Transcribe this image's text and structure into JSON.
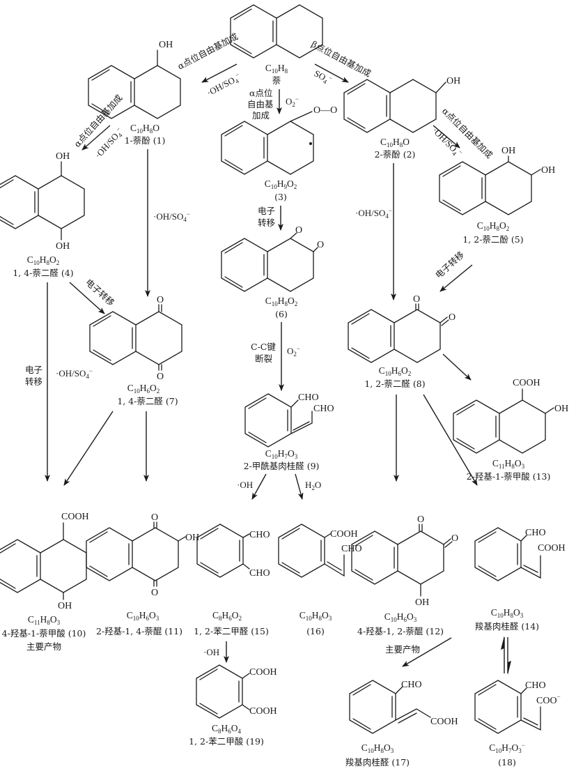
{
  "title": "萘降解路径",
  "compounds": [
    {
      "id": "naphthalene",
      "formula": "C10H8",
      "name": "萘",
      "label": ""
    },
    {
      "id": "c1",
      "formula": "C10H8O",
      "name": "1-萘酚 (1)",
      "label": "OH"
    },
    {
      "id": "c2",
      "formula": "C10H8O",
      "name": "2-萘酚 (2)",
      "label": "OH"
    },
    {
      "id": "c3",
      "formula": "C10H9O2",
      "name": "(3)",
      "label": "O—O"
    },
    {
      "id": "c4",
      "formula": "C10H8O2",
      "name": "1, 4-萘二醛 (4)",
      "label": "OH"
    },
    {
      "id": "c5",
      "formula": "C10H8O2",
      "name": "1, 2-萘二酚 (5)",
      "label": "OH"
    },
    {
      "id": "c6",
      "formula": "C10H8O2",
      "name": "(6)",
      "label": "O"
    },
    {
      "id": "c7",
      "formula": "C10H6O2",
      "name": "1, 4-萘二醛 (7)",
      "label": "O"
    },
    {
      "id": "c8",
      "formula": "C10H6O2",
      "name": "1, 2-萘二醛 (8)",
      "label": "O"
    },
    {
      "id": "c9",
      "formula": "C10H7O3",
      "name": "2-甲酰基肉桂醛 (9)",
      "label": "CHO"
    },
    {
      "id": "c10",
      "formula": "C11H8O3",
      "name": "4-羟基-1-萘甲酸 (10)",
      "label": "COOH",
      "note": "主要产物"
    },
    {
      "id": "c11",
      "formula": "C10H6O3",
      "name": "2-羟基-1, 4-萘醌 (11)",
      "label": "OH"
    },
    {
      "id": "c12",
      "formula": "C10H6O3",
      "name": "4-羟基-1, 2-萘醌 (12)",
      "label": "OH"
    },
    {
      "id": "c13",
      "formula": "C11H8O3",
      "name": "2-羟基-1-萘甲酸 (13)",
      "label": "COOH"
    },
    {
      "id": "c14",
      "formula": "C10H8O3",
      "name": "羧基肉桂醛 (14)",
      "label": "CHO"
    },
    {
      "id": "c15",
      "formula": "C8H6O2",
      "name": "1, 2-苯二甲醛 (15)",
      "label": "CHO"
    },
    {
      "id": "c16",
      "formula": "C10H8O3",
      "name": "(16)",
      "label": "COOH"
    },
    {
      "id": "c17",
      "formula": "C10H8O3",
      "name": "羧基肉桂醛 (17)",
      "label": "CHO"
    },
    {
      "id": "c18",
      "formula": "C10H7O3-",
      "name": "(18)",
      "label": "COO-"
    },
    {
      "id": "c19",
      "formula": "C8H6O4",
      "name": "1, 2-苯二甲酸 (19)",
      "label": "COOH"
    }
  ],
  "reactions": {
    "alpha_addition": "α点位自由基加成",
    "beta_addition": "β点位自由基加成",
    "oh_so4": "·OH/SO4-",
    "so4": "SO4-",
    "o2": "O2-",
    "alpha_short_1": "α点位",
    "alpha_short_2": "自由基",
    "alpha_short_3": "加成",
    "electron_transfer": "电子转移",
    "et_1": "电子",
    "et_2": "转移",
    "cc_break_1": "C-C键",
    "cc_break_2": "断裂",
    "oh": "·OH",
    "h2o": "H2O",
    "major_product": "主要产物"
  },
  "atoms": {
    "OH": "OH",
    "O": "O",
    "CHO": "CHO",
    "COOH": "COOH",
    "COO": "COO",
    "OO": "O—O"
  }
}
